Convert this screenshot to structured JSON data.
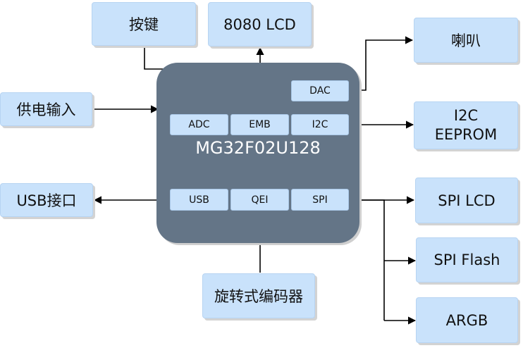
{
  "chip": {
    "name": "MG32F02U128",
    "ports": {
      "dac": "DAC",
      "adc": "ADC",
      "emb": "EMB",
      "i2c": "I2C",
      "usb": "USB",
      "qei": "QEI",
      "spi": "SPI"
    }
  },
  "blocks": {
    "keys": "按键",
    "lcd8080": "8080 LCD",
    "speaker": "喇叭",
    "power": "供电输入",
    "eeprom_line1": "I2C",
    "eeprom_line2": "EEPROM",
    "usb_port": "USB接口",
    "spi_lcd": "SPI LCD",
    "spi_flash": "SPI Flash",
    "argb": "ARGB",
    "encoder": "旋转式编码器"
  }
}
